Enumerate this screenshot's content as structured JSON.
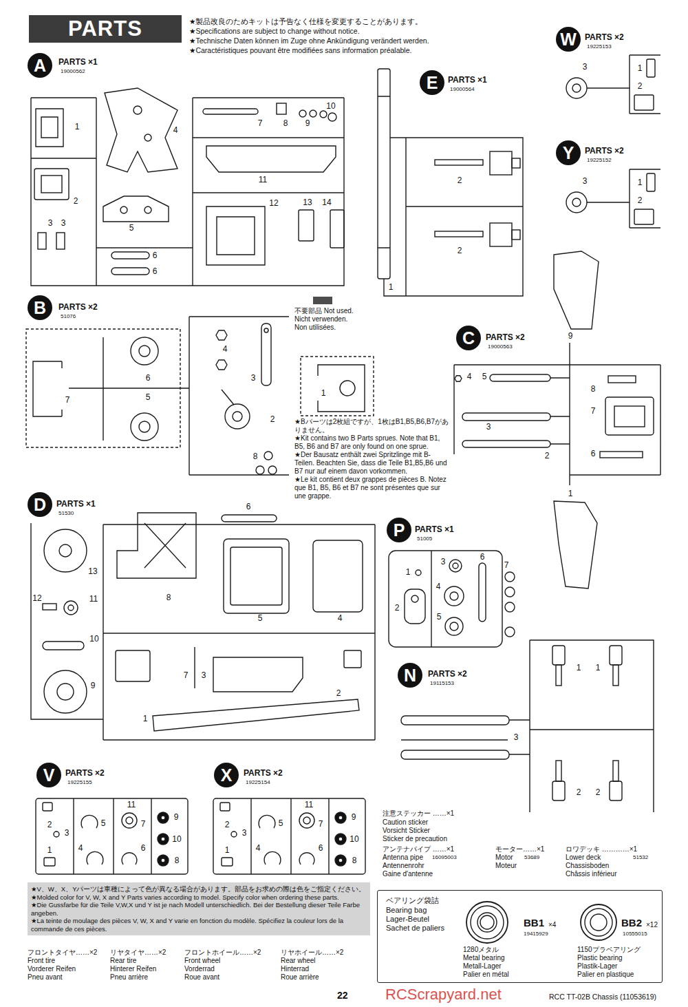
{
  "diagram": {
    "title": "PARTS",
    "nodes": [
      {
        "text": [
          "A"
        ]
      },
      {
        "text": [
          "E"
        ]
      },
      {
        "text": [
          "W"
        ]
      },
      {
        "text": [
          "Y"
        ]
      },
      {
        "text": [
          "B"
        ]
      },
      {
        "text": [
          "C"
        ]
      },
      {
        "text": [
          "D"
        ]
      },
      {
        "text": [
          "P"
        ]
      },
      {
        "text": [
          "N"
        ]
      },
      {
        "text": [
          "V"
        ]
      },
      {
        "text": [
          "X"
        ]
      },
      {
        "text": [
          "★V、W、X、Yパーツは車種によって色が異なる場合があります。部品をお求めの際は色をご指定ください。",
          "★Molded color for V, W, X and Y Parts varies according to model. Specify color when ordering these parts.",
          "★Die Gussfarbe für die Teile V,W,X und Y ist je nach Modell unterschiedlich. Bei der Bestellung dieser Teile Farbe angeben.",
          "★La teinte de moulage des pièces V, W, X and Y varie en fonction du modèle. Spécifiez la couleur lors de la commande de ces pièces."
        ]
      },
      {
        "text": [
          "ベアリング袋詰",
          "Bearing bag",
          "Lager-Beutel",
          "Sachet de paliers",
          "BB1",
          "×4",
          "19415929",
          "1280メタル",
          "Metal bearing",
          "Metall-Lager",
          "Palier en métal",
          "BB2",
          "×12",
          "10555015",
          "1150プラベアリング",
          "Plastic bearing",
          "Plastik-Lager",
          "Palier en plastique"
        ]
      }
    ],
    "labels": [
      "★製品改良のためキットは予告なく仕様を変更することがあります。",
      "★Specifications are subject to change without notice.",
      "★Technische Daten können im Zuge ohne Ankündigung verändert werden.",
      "★Caractéristiques pouvant être modifiées sans information préalable.",
      "PARTS ×1",
      "19000562",
      "1",
      "4",
      "7",
      "8",
      "9",
      "10",
      "2",
      "11",
      "12",
      "13",
      "14",
      "3",
      "3",
      "5",
      "6",
      "6",
      "PARTS ×1",
      "19000564",
      "2",
      "2",
      "1",
      "PARTS ×2",
      "19225153",
      "3",
      "1",
      "2",
      "PARTS ×2",
      "19225152",
      "3",
      "1",
      "2",
      "PARTS ×2",
      "51076",
      "4",
      "3",
      "6",
      "5",
      "7",
      "1",
      "2",
      "8",
      "★Bパーツは2枚組ですが、1枚はB1,B5,B6,B7がありません。",
      "★Kit contains two B Parts sprues. Note that B1, B5, B6 and B7 are only found on one sprue.",
      "★Der Bausatz enthält zwei Spritzlinge mit B-Teilen. Beachten Sie, dass die Teile B1,B5,B6 und B7 nur auf einem davon vorkommen.",
      "★Le kit contient deux grappes de pièces B. Notez que B1, B5, B6 et B7 ne sont présentes que sur une grappe.",
      "PARTS ×2",
      "19000563",
      "9",
      "4",
      "5",
      "8",
      "3",
      "7",
      "2",
      "6",
      "1",
      "PARTS ×1",
      "51530",
      "6",
      "13",
      "12",
      "11",
      "8",
      "5",
      "4",
      "10",
      "9",
      "7",
      "3",
      "2",
      "1",
      "PARTS ×1",
      "51005",
      "1",
      "3",
      "6",
      "7",
      "4",
      "2",
      "5",
      "PARTS ×2",
      "19115153",
      "1",
      "1",
      "3",
      "2",
      "2",
      "PARTS ×2",
      "19225155",
      "1",
      "11",
      "9",
      "2",
      "3",
      "5",
      "7",
      "10",
      "4",
      "6",
      "8",
      "PARTS ×2",
      "19225154",
      "1",
      "11",
      "9",
      "2",
      "3",
      "5",
      "7",
      "10",
      "4",
      "6",
      "8",
      "注意ステッカー ……×1",
      "Caution sticker",
      "Vorsicht Sticker",
      "Sticker de precaution",
      "アンテナパイプ ……×1",
      "Antenna pipe",
      "16095003",
      "Antennenrohr",
      "Gaine d'antenne",
      "モーター……×1",
      "Motor",
      "53689",
      "Moteur",
      "ロワデッキ …………×1",
      "Lower deck",
      "51532",
      "Chassisboden",
      "Châssis inférieur",
      "フロントタイヤ……×2",
      "Front tire",
      "Vorderer Reifen",
      "Pneu avant",
      "リヤタイヤ……×2",
      "Rear tire",
      "Hinterer Reifen",
      "Pneu arrière",
      "フロントホイール……×2",
      "Front wheel",
      "Vorderrad",
      "Roue avant",
      "リヤホイール……×2",
      "Rear wheel",
      "Hinterrad",
      "Roue arrière",
      "22",
      "RCC TT-02B Chassis (11053619)",
      "RCScrapyard.net"
    ],
    "legend": [
      {
        "text": "不要部品 Not used. Nicht verwenden. Non utilisées.",
        "color": "#4d4d4d"
      }
    ]
  }
}
